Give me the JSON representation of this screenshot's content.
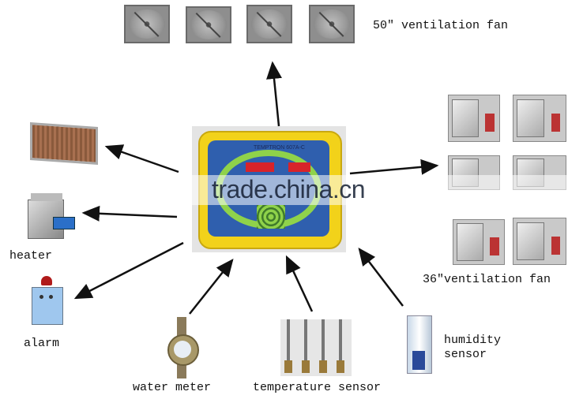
{
  "labels": {
    "fan50": "50″ ventilation fan",
    "fan36": "36″ventilation fan",
    "heater": "heater",
    "alarm": "alarm",
    "water_meter": "water meter",
    "temperature_sensor": "temperature sensor",
    "humidity_line1": "humidity",
    "humidity_line2": "sensor"
  },
  "controller": {
    "brand": "TEMPTRON 607A-C"
  },
  "watermark": "trade.china.cn",
  "colors": {
    "controller_frame": "#f2d21a",
    "controller_panel": "#2f5fae",
    "controller_green": "#8fd24a",
    "display": "#d8232a",
    "arrow": "#111111"
  }
}
